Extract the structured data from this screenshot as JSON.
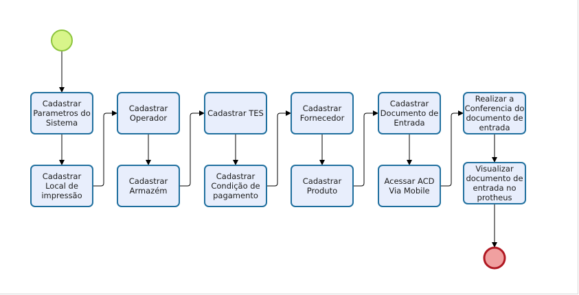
{
  "diagram": {
    "type": "process-flow",
    "colors": {
      "task_fill": "#e8eefc",
      "task_stroke": "#1f6f9e",
      "start_fill": "#d8f58a",
      "start_stroke": "#8cc43c",
      "end_fill": "#f0a0a0",
      "end_stroke": "#b01822",
      "connector": "#000000"
    },
    "start_event": {
      "icon": "start-circle"
    },
    "end_event": {
      "icon": "end-circle"
    },
    "tasks": [
      {
        "id": "t1",
        "lines": [
          "Cadastrar",
          "Parametros do",
          "Sistema"
        ]
      },
      {
        "id": "t2",
        "lines": [
          "Cadastrar",
          "Local de",
          "impressão"
        ]
      },
      {
        "id": "t3",
        "lines": [
          "Cadastrar",
          "Operador"
        ]
      },
      {
        "id": "t4",
        "lines": [
          "Cadastrar",
          "Armazém"
        ]
      },
      {
        "id": "t5",
        "lines": [
          "Cadastrar TES"
        ]
      },
      {
        "id": "t6",
        "lines": [
          "Cadastrar",
          "Condição de",
          "pagamento"
        ]
      },
      {
        "id": "t7",
        "lines": [
          "Cadastrar",
          "Fornecedor"
        ]
      },
      {
        "id": "t8",
        "lines": [
          "Cadastrar",
          "Produto"
        ]
      },
      {
        "id": "t9",
        "lines": [
          "Cadastrar",
          "Documento de",
          "Entrada"
        ]
      },
      {
        "id": "t10",
        "lines": [
          "Acessar ACD",
          "Via Mobile"
        ]
      },
      {
        "id": "t11",
        "lines": [
          "Realizar a",
          "Conferencia do",
          "documento de",
          "entrada"
        ]
      },
      {
        "id": "t12",
        "lines": [
          "Visualizar",
          "documento de",
          "entrada no",
          "protheus"
        ]
      }
    ],
    "flows": [
      [
        "start",
        "t1"
      ],
      [
        "t1",
        "t2"
      ],
      [
        "t2",
        "t3"
      ],
      [
        "t3",
        "t4"
      ],
      [
        "t4",
        "t5"
      ],
      [
        "t5",
        "t6"
      ],
      [
        "t6",
        "t7"
      ],
      [
        "t7",
        "t8"
      ],
      [
        "t8",
        "t9"
      ],
      [
        "t9",
        "t10"
      ],
      [
        "t10",
        "t11"
      ],
      [
        "t11",
        "t12"
      ],
      [
        "t12",
        "end"
      ]
    ]
  }
}
